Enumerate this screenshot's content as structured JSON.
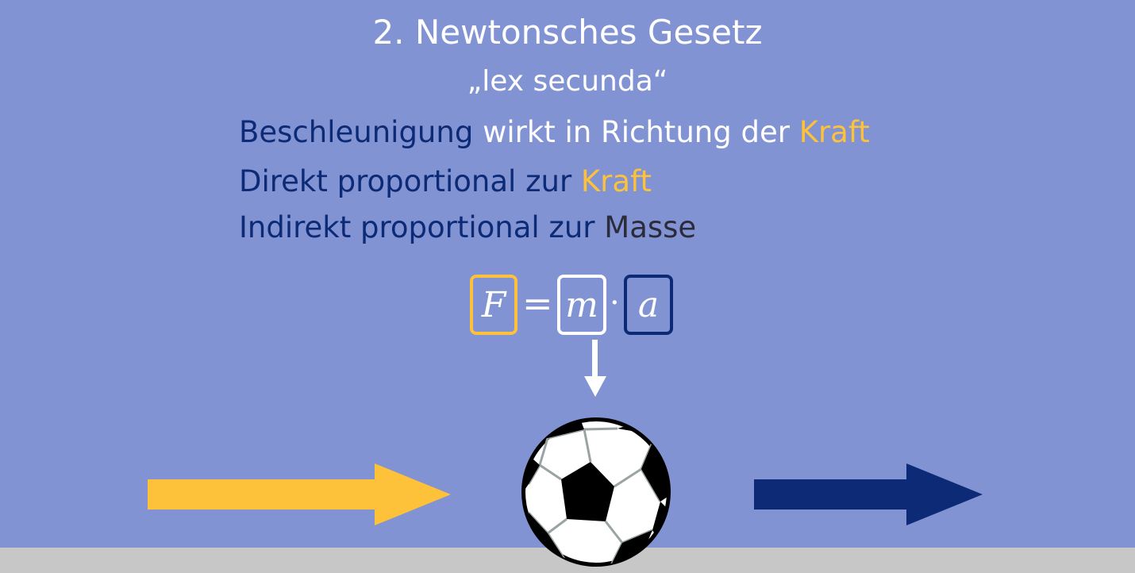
{
  "title": "2. Newtonsches Gesetz",
  "subtitle": "„lex secunda“",
  "statements": [
    {
      "parts": [
        "Beschleunigung",
        " wirkt in Richtung der ",
        "Kraft"
      ]
    },
    {
      "parts": [
        "Direkt proportional zur ",
        "Kraft"
      ]
    },
    {
      "parts": [
        "Indirekt proportional zur ",
        "Masse"
      ]
    }
  ],
  "formula": {
    "force": "F",
    "equals": "=",
    "mass": "m",
    "dot": "·",
    "acceleration": "a"
  },
  "colors": {
    "background": "#8193d2",
    "force": "#fdc13a",
    "acceleration": "#0c2a75",
    "mass": "#ffffff",
    "ground": "#c7c7c7"
  },
  "icons": [
    "force-arrow-icon",
    "acceleration-arrow-icon",
    "mass-arrow-icon",
    "soccer-ball-icon"
  ]
}
